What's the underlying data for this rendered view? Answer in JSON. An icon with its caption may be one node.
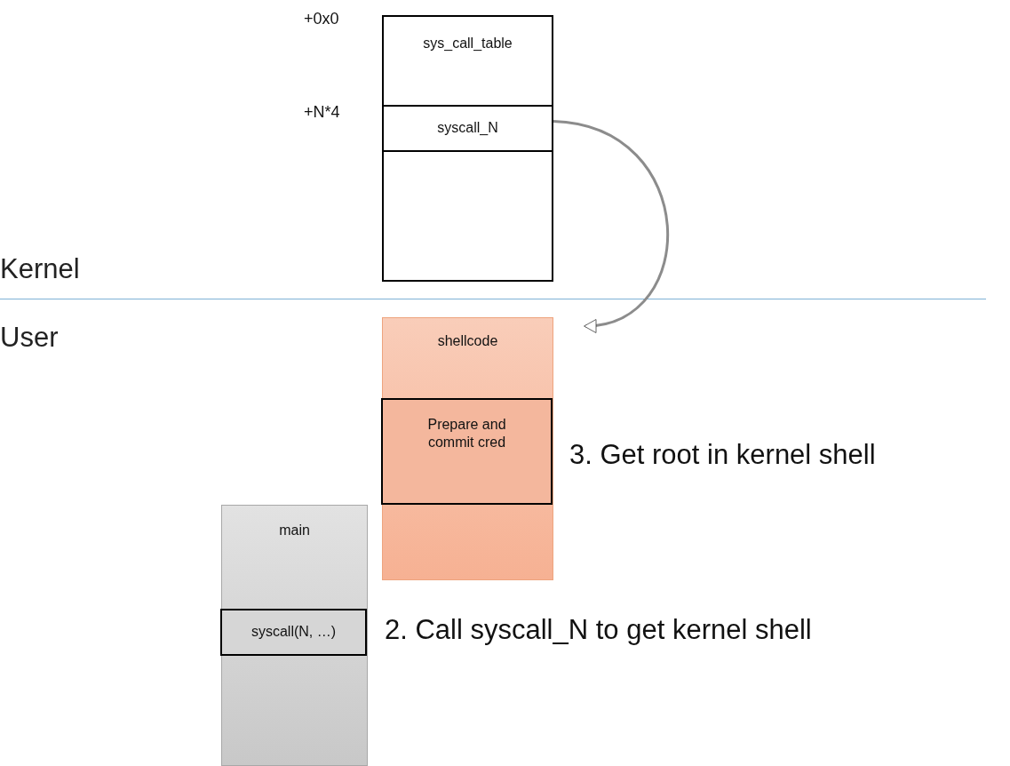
{
  "diagram": {
    "nodes": [
      {
        "text": [
          "sys_call_table"
        ],
        "beside": [
          "+0x0"
        ]
      },
      {
        "text": [
          "syscall_N"
        ],
        "in": 0,
        "beside": [
          "+N*4"
        ]
      },
      {
        "text": [
          "shellcode"
        ]
      },
      {
        "text": [
          "Prepare and commit cred"
        ],
        "in": 2,
        "beside": [
          "3. Get root in kernel shell"
        ]
      },
      {
        "text": [
          "main"
        ]
      },
      {
        "text": [
          "syscall(N, …)"
        ],
        "in": 4,
        "beside": [
          "2. Call syscall_N to get kernel shell"
        ]
      }
    ],
    "edges": [
      {
        "from": 1,
        "to": 2,
        "arrow": "to"
      }
    ],
    "labels": [
      "Kernel",
      "User"
    ]
  }
}
